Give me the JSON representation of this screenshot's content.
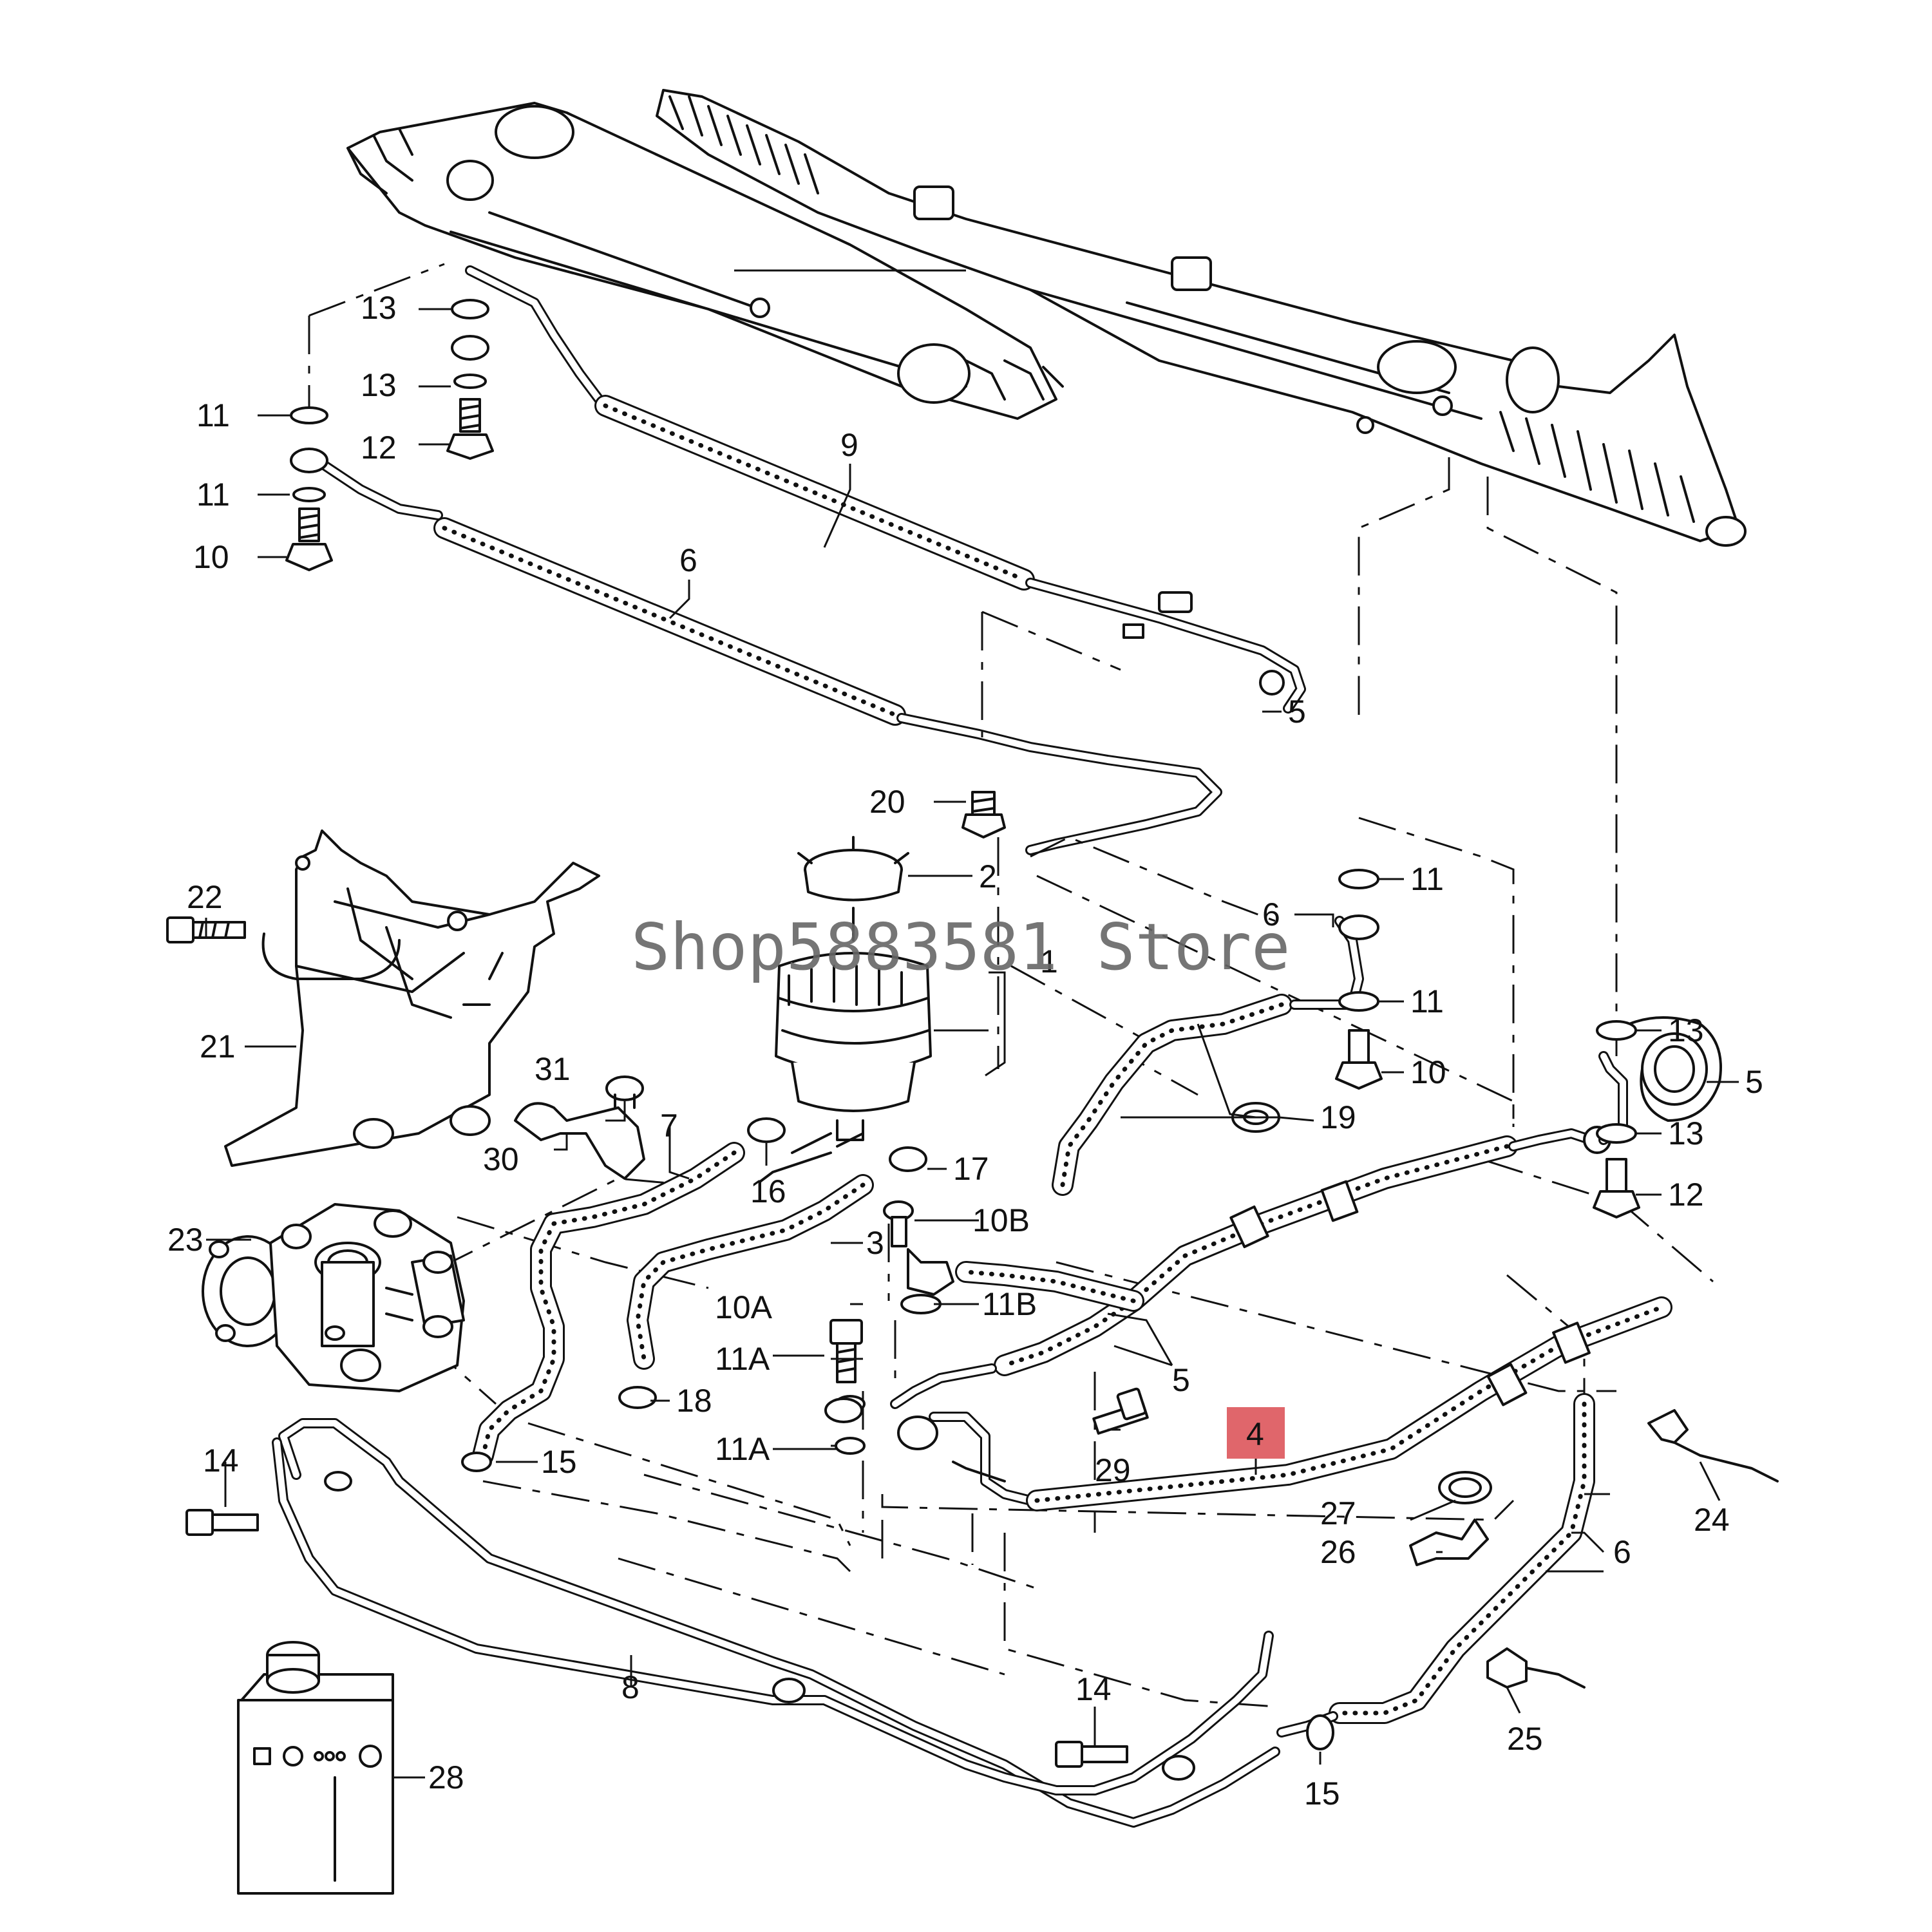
{
  "diagram": {
    "watermark": "Shop5883581 Store",
    "highlight_color": "#e0666b",
    "labels": [
      {
        "id": "l1",
        "text": "13"
      },
      {
        "id": "l2",
        "text": "13"
      },
      {
        "id": "l3",
        "text": "11"
      },
      {
        "id": "l4",
        "text": "12"
      },
      {
        "id": "l5",
        "text": "11"
      },
      {
        "id": "l6",
        "text": "10"
      },
      {
        "id": "l7",
        "text": "9"
      },
      {
        "id": "l8",
        "text": "6"
      },
      {
        "id": "l9",
        "text": "5"
      },
      {
        "id": "l10",
        "text": "20"
      },
      {
        "id": "l11",
        "text": "2"
      },
      {
        "id": "l12",
        "text": "1"
      },
      {
        "id": "l13",
        "text": "22"
      },
      {
        "id": "l14",
        "text": "21"
      },
      {
        "id": "l15",
        "text": "11"
      },
      {
        "id": "l16",
        "text": "6"
      },
      {
        "id": "l17",
        "text": "11"
      },
      {
        "id": "l18",
        "text": "10"
      },
      {
        "id": "l19",
        "text": "19"
      },
      {
        "id": "l20",
        "text": "13"
      },
      {
        "id": "l21",
        "text": "5"
      },
      {
        "id": "l22",
        "text": "13"
      },
      {
        "id": "l23",
        "text": "12"
      },
      {
        "id": "l24",
        "text": "31"
      },
      {
        "id": "l25",
        "text": "30"
      },
      {
        "id": "l26",
        "text": "7"
      },
      {
        "id": "l27",
        "text": "16"
      },
      {
        "id": "l28",
        "text": "17"
      },
      {
        "id": "l29",
        "text": "23"
      },
      {
        "id": "l30",
        "text": "10B"
      },
      {
        "id": "l31",
        "text": "3"
      },
      {
        "id": "l32",
        "text": "10A"
      },
      {
        "id": "l33",
        "text": "11B"
      },
      {
        "id": "l34",
        "text": "5"
      },
      {
        "id": "l35",
        "text": "11A"
      },
      {
        "id": "l36",
        "text": "18"
      },
      {
        "id": "l37",
        "text": "11A"
      },
      {
        "id": "l38",
        "text": "4"
      },
      {
        "id": "l39",
        "text": "29"
      },
      {
        "id": "l40",
        "text": "14"
      },
      {
        "id": "l41",
        "text": "15"
      },
      {
        "id": "l42",
        "text": "27"
      },
      {
        "id": "l43",
        "text": "24"
      },
      {
        "id": "l44",
        "text": "26"
      },
      {
        "id": "l45",
        "text": "6"
      },
      {
        "id": "l46",
        "text": "8"
      },
      {
        "id": "l47",
        "text": "14"
      },
      {
        "id": "l48",
        "text": "25"
      },
      {
        "id": "l49",
        "text": "28"
      },
      {
        "id": "l50",
        "text": "15"
      }
    ]
  }
}
